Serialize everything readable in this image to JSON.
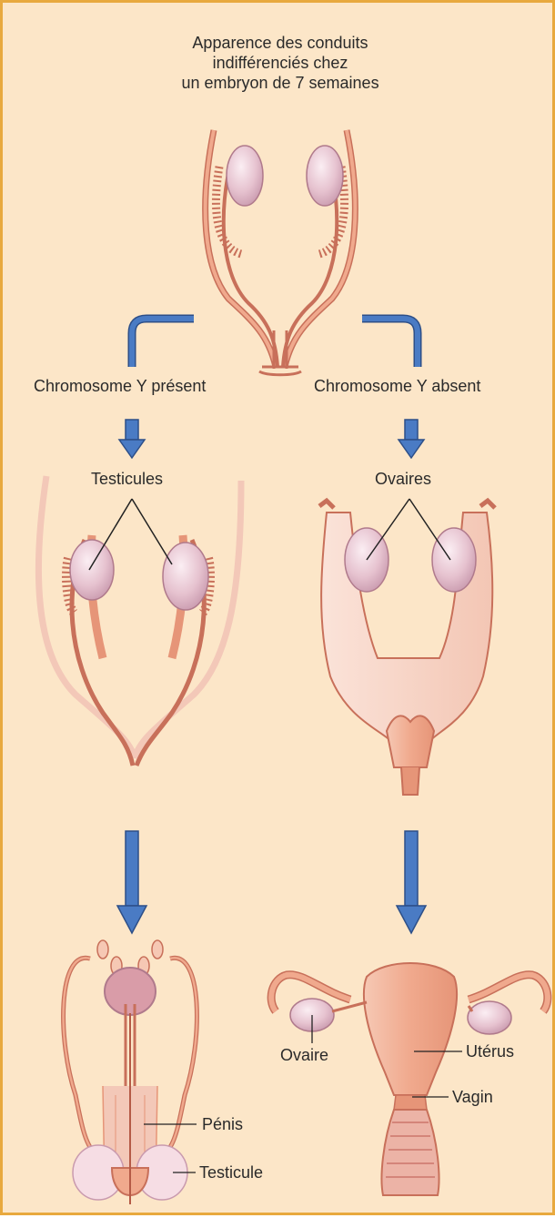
{
  "title": {
    "line1": "Apparence des conduits",
    "line2": "indifférenciés chez",
    "line3": "un embryon de 7 semaines"
  },
  "branches": {
    "left": "Chromosome Y présent",
    "right": "Chromosome Y absent"
  },
  "stage2": {
    "left": "Testicules",
    "right": "Ovaires"
  },
  "male_labels": {
    "penis": "Pénis",
    "testicle": "Testicule"
  },
  "female_labels": {
    "ovary": "Ovaire",
    "uterus": "Utérus",
    "vagina": "Vagin"
  },
  "colors": {
    "background": "#fce6c8",
    "frame": "#e8a93e",
    "arrow": "#4a7bc4",
    "tissue": "#f0a98d",
    "tissue_stroke": "#c8705a",
    "gonad": "#e8c6d2"
  }
}
